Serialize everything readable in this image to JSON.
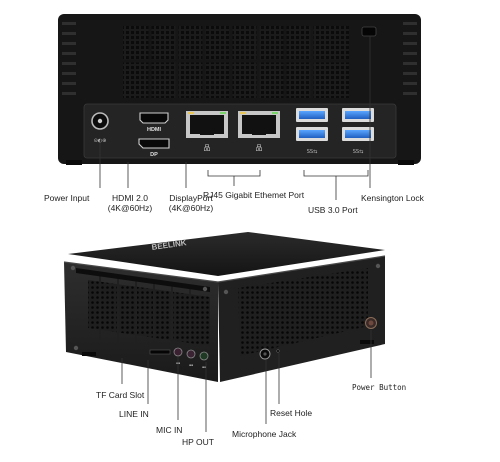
{
  "rear_view": {
    "port_prints": {
      "hdmi": "HDMI",
      "dp": "DP"
    },
    "callouts": {
      "power_input": "Power Input",
      "hdmi_line1": "HDMI 2.0",
      "hdmi_line2": "(4K@60Hz)",
      "dp_line1": "DisplayPort",
      "dp_line2": "(4K@60Hz)",
      "rj45": "RJ45 Gigabit Ethemet Port",
      "usb3": "USB 3.0 Port",
      "kensington": "Kensington Lock"
    }
  },
  "front_view": {
    "brand_print": "BEELINK",
    "callouts": {
      "tf_card": "TF Card Slot",
      "line_in": "LINE IN",
      "mic_in": "MIC IN",
      "hp_out": "HP OUT",
      "reset": "Reset Hole",
      "microphone": "Microphone Jack",
      "power_button": "Power Button"
    }
  },
  "colors": {
    "chassis": "#1c1c1c",
    "panel": "#2a2a2a",
    "usb_blue": "#2f7ee0",
    "text": "#222222"
  }
}
